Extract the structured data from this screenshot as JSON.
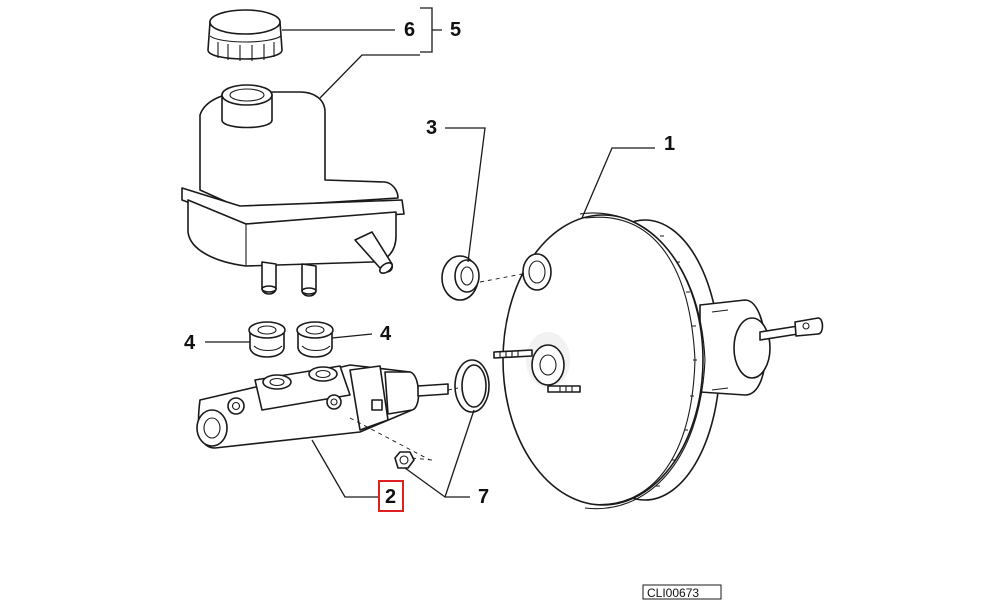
{
  "diagram": {
    "callouts": {
      "c1": "1",
      "c2": "2",
      "c3": "3",
      "c4a": "4",
      "c4b": "4",
      "c5": "5",
      "c6": "6",
      "c7": "7"
    },
    "highlighted_callout": "2",
    "highlight_color": "#e02020",
    "reference_code": "CLI00673"
  }
}
